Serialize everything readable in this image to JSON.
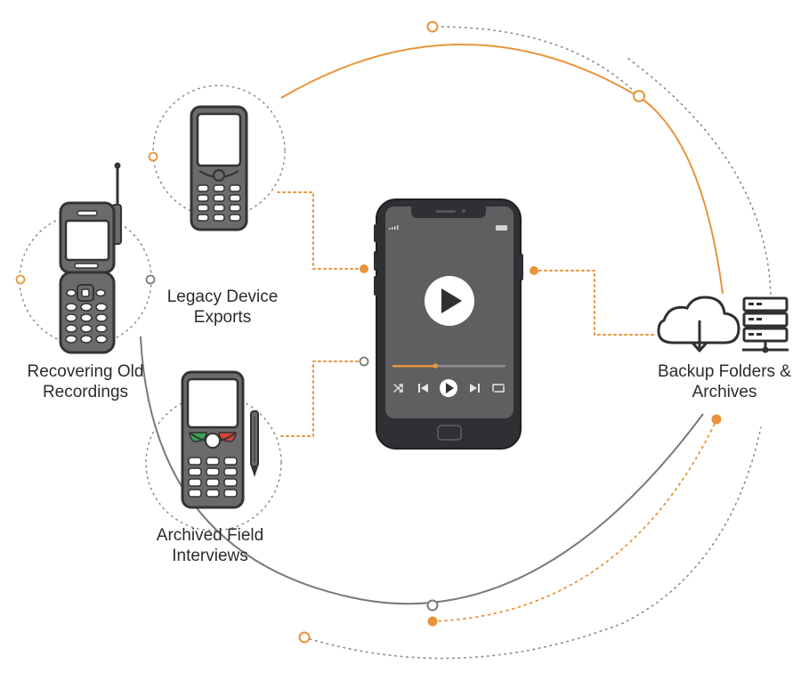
{
  "labels": {
    "legacy_exports": {
      "line1": "Legacy Device",
      "line2": "Exports"
    },
    "recovering_recordings": {
      "line1": "Recovering Old",
      "line2": "Recordings"
    },
    "archived_interviews": {
      "line1": "Archived Field",
      "line2": "Interviews"
    },
    "backup_archives": {
      "line1": "Backup Folders &",
      "line2": "Archives"
    }
  },
  "player": {
    "progress": 0.38,
    "controls": [
      "shuffle-icon",
      "previous-icon",
      "play-icon",
      "next-icon",
      "repeat-icon"
    ]
  },
  "icons": {
    "center": "smartphone-media-player-icon",
    "legacy": "candybar-phone-icon",
    "recovering": "flip-phone-icon",
    "archived": "stylus-phone-icon",
    "backup_cloud": "cloud-download-icon",
    "backup_server": "server-rack-icon"
  },
  "colors": {
    "accent": "#E8943A",
    "device_fill": "#6b6b6b",
    "device_stroke": "#333333",
    "screen": "#5e5f61",
    "line_gray": "#8a8a8a",
    "text": "#2b2b2b"
  }
}
